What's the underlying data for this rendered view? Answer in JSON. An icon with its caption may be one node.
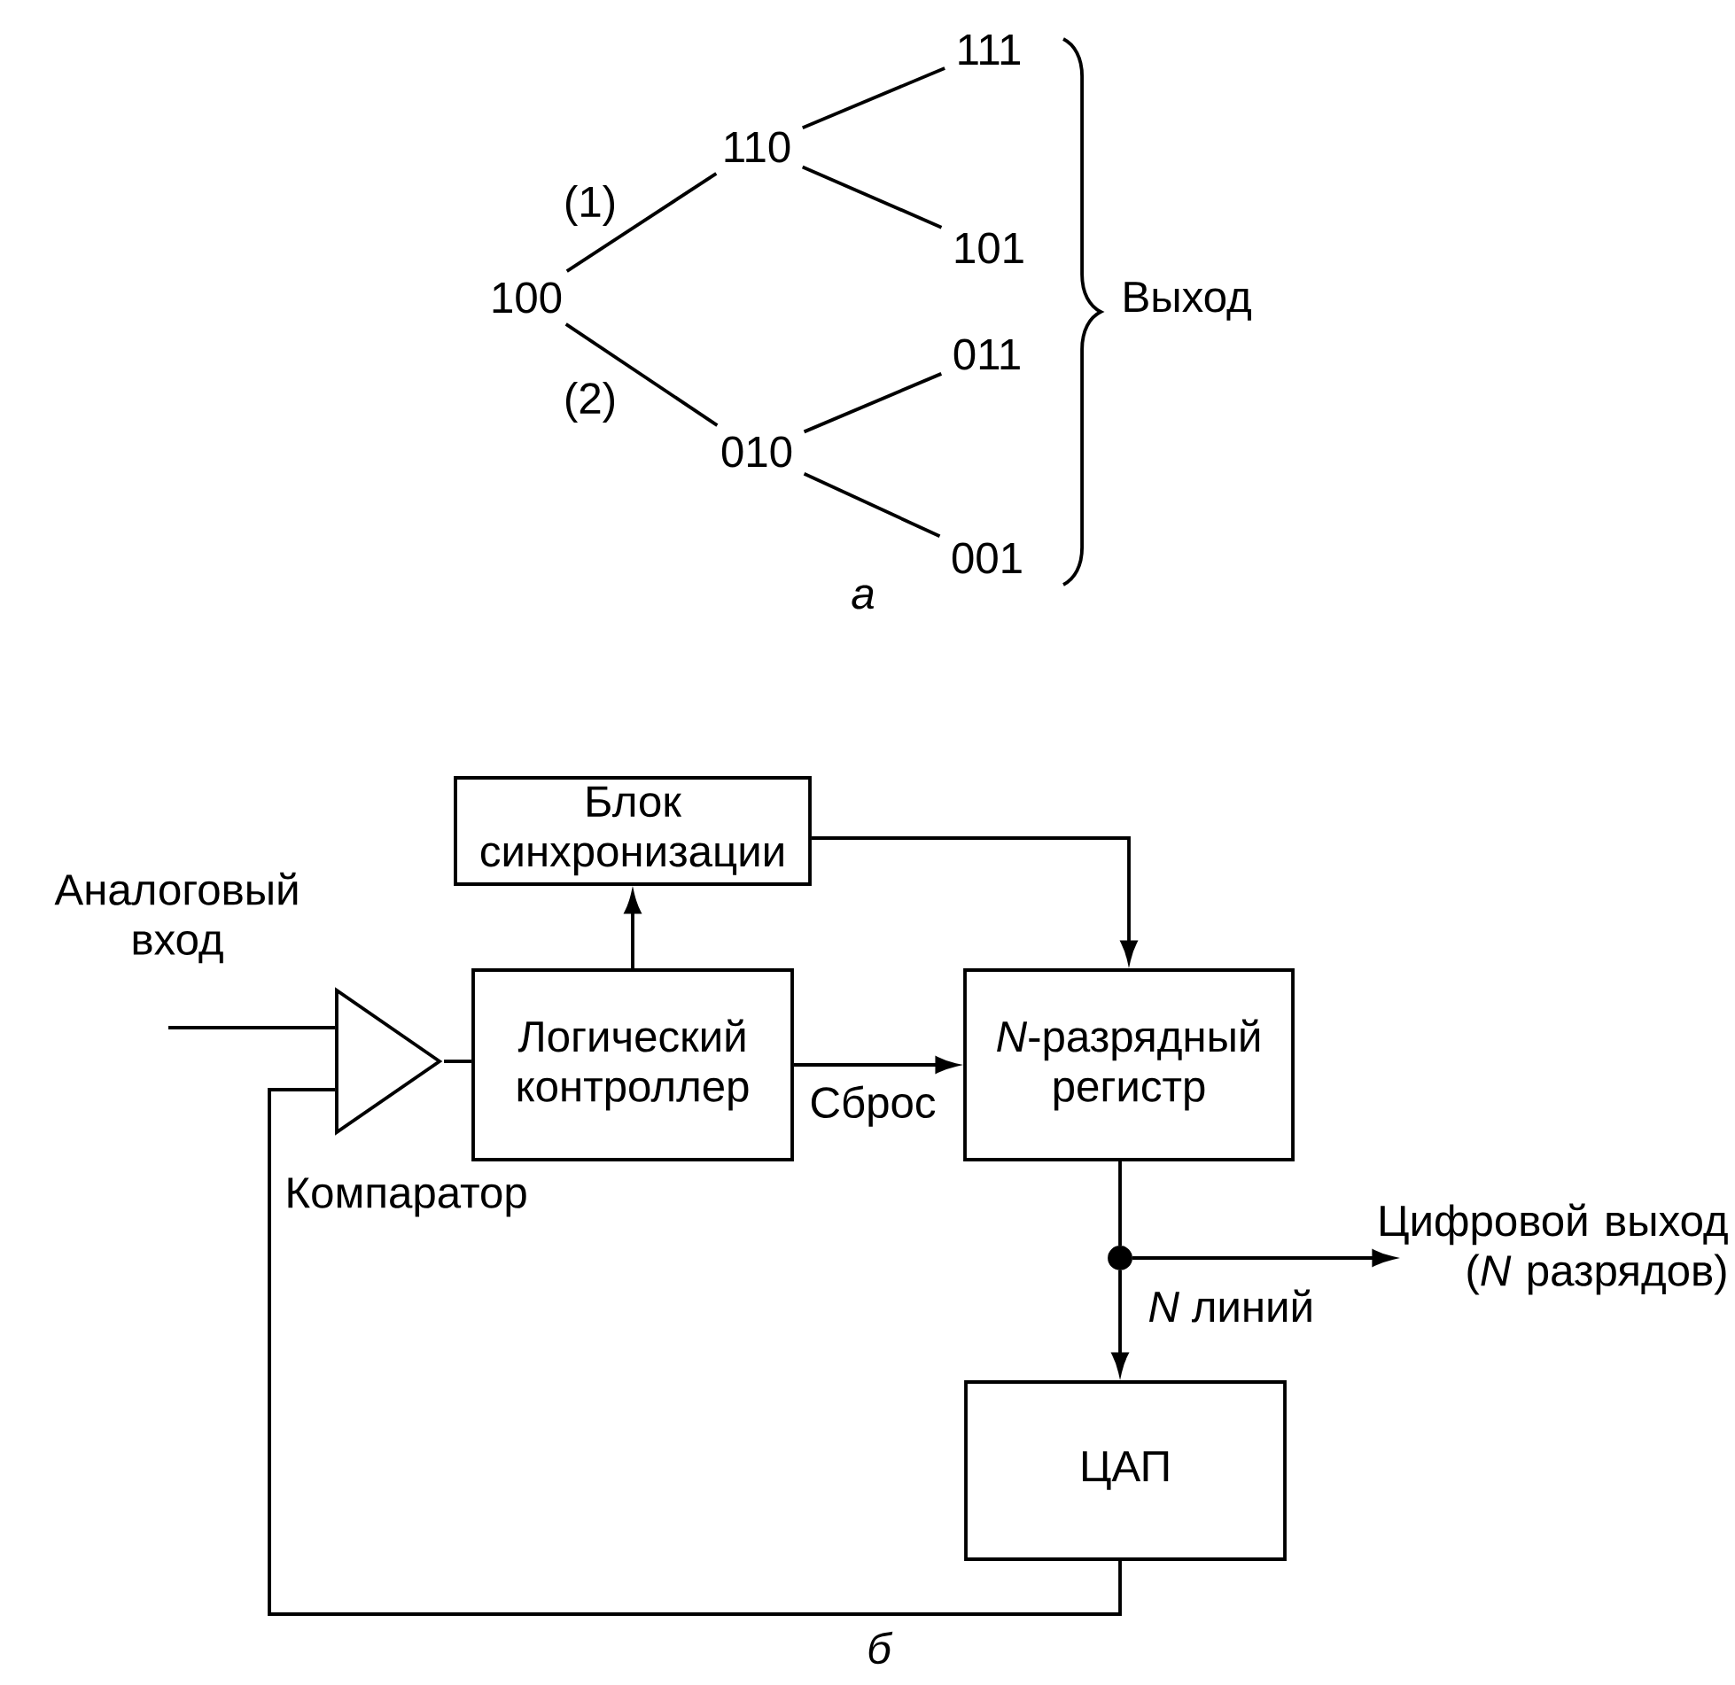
{
  "diagram": {
    "nodes": [
      {
        "text": [
          "100"
        ]
      },
      {
        "text": [
          "110"
        ]
      },
      {
        "text": [
          "010"
        ]
      },
      {
        "text": [
          "111"
        ]
      },
      {
        "text": [
          "101"
        ]
      },
      {
        "text": [
          "011"
        ]
      },
      {
        "text": [
          "001"
        ]
      },
      {
        "text": [
          "Блок синхронизации"
        ]
      },
      {
        "text": [],
        "shape": "triangle"
      },
      {
        "text": [
          "Логический контроллер"
        ]
      },
      {
        "text": [
          "*N*-разрядный регистр"
        ]
      },
      {
        "text": [
          "ЦАП"
        ]
      },
      {
        "text": [],
        "shape": "circle"
      }
    ],
    "edges": [
      {
        "from": 0,
        "to": 1,
        "arrow": "none",
        "label": "(1)"
      },
      {
        "from": 0,
        "to": 2,
        "arrow": "none",
        "label": "(2)"
      },
      {
        "from": 1,
        "to": 3,
        "arrow": "none"
      },
      {
        "from": 1,
        "to": 4,
        "arrow": "none"
      },
      {
        "from": 2,
        "to": 5,
        "arrow": "none"
      },
      {
        "from": 2,
        "to": 6,
        "arrow": "none"
      },
      {
        "from": null,
        "to": 8,
        "arrow": "none",
        "label": "Аналоговый вход"
      },
      {
        "from": 8,
        "to": 9,
        "arrow": "none"
      },
      {
        "from": 9,
        "to": 7,
        "arrow": "to"
      },
      {
        "from": 7,
        "to": 10,
        "arrow": "to"
      },
      {
        "from": 9,
        "to": 10,
        "arrow": "to",
        "label": "Сброс"
      },
      {
        "from": 10,
        "to": 12,
        "arrow": "none"
      },
      {
        "from": 12,
        "to": 11,
        "arrow": "to",
        "label": "*N* линий"
      },
      {
        "from": 12,
        "to": null,
        "arrow": "to",
        "label": "Цифровой выход (*N* разрядов)"
      },
      {
        "from": 11,
        "to": 8,
        "arrow": "none"
      }
    ],
    "labels": [
      "Выход",
      "а",
      "Компаратор",
      "б"
    ]
  }
}
